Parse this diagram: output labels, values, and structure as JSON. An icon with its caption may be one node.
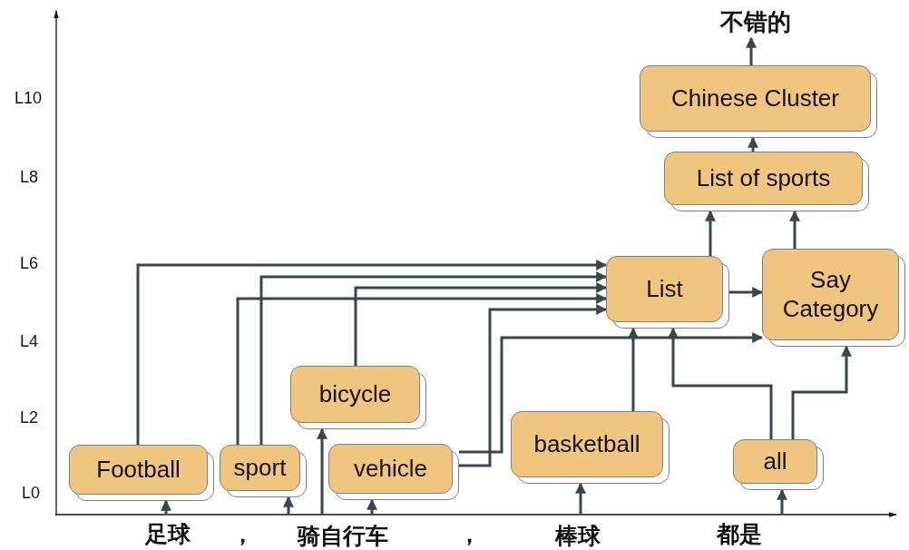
{
  "diagram": {
    "nodes": [
      {
        "text": [
          "不错的"
        ]
      },
      {
        "text": [
          "Chinese Cluster"
        ]
      },
      {
        "text": [
          "List of sports"
        ]
      },
      {
        "text": [
          "List"
        ]
      },
      {
        "text": [
          "Say Category"
        ]
      },
      {
        "text": [
          "bicycle"
        ]
      },
      {
        "text": [
          "basketball"
        ]
      },
      {
        "text": [
          "all"
        ]
      },
      {
        "text": [
          "Football"
        ]
      },
      {
        "text": [
          "sport"
        ]
      },
      {
        "text": [
          "vehicle"
        ]
      }
    ],
    "edges": [
      {
        "from": 8,
        "to": 3,
        "arrow": "to"
      },
      {
        "from": 9,
        "to": 3,
        "arrow": "to"
      },
      {
        "from": 9,
        "to": 3,
        "arrow": "to"
      },
      {
        "from": 5,
        "to": 3,
        "arrow": "to"
      },
      {
        "from": 10,
        "to": 3,
        "arrow": "to"
      },
      {
        "from": 10,
        "to": 4,
        "arrow": "to"
      },
      {
        "from": 6,
        "to": 3,
        "arrow": "to"
      },
      {
        "from": 7,
        "to": 3,
        "arrow": "to"
      },
      {
        "from": 7,
        "to": 4,
        "arrow": "to"
      },
      {
        "from": 3,
        "to": 4,
        "arrow": "to"
      },
      {
        "from": 3,
        "to": 2,
        "arrow": "to"
      },
      {
        "from": 4,
        "to": 2,
        "arrow": "to"
      },
      {
        "from": 2,
        "to": 1,
        "arrow": "to"
      },
      {
        "from": 1,
        "to": 0,
        "arrow": "to"
      },
      {
        "from": null,
        "to": 8,
        "arrow": "to"
      },
      {
        "from": null,
        "to": 9,
        "arrow": "to"
      },
      {
        "from": null,
        "to": 5,
        "arrow": "to"
      },
      {
        "from": null,
        "to": 10,
        "arrow": "to"
      },
      {
        "from": null,
        "to": 6,
        "arrow": "to"
      },
      {
        "from": null,
        "to": 7,
        "arrow": "to"
      }
    ],
    "labels": [
      "L10",
      "L8",
      "L6",
      "L4",
      "L2",
      "L0",
      "足球",
      "，",
      "骑自行车",
      "，",
      "棒球",
      "都是"
    ]
  }
}
